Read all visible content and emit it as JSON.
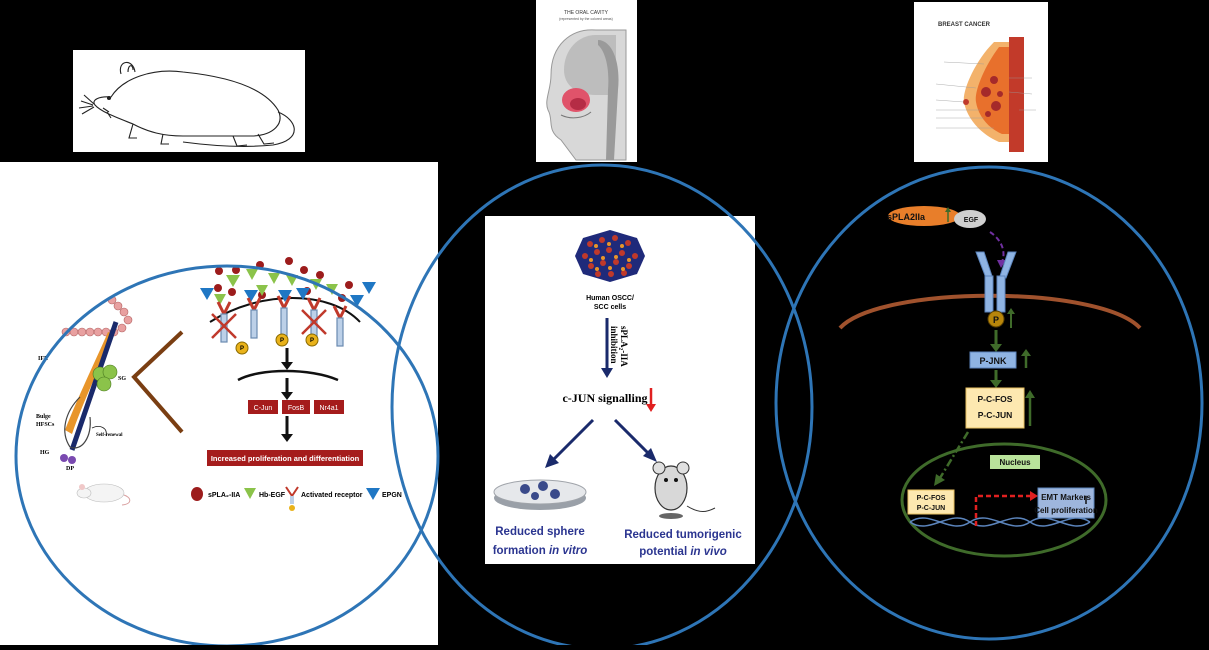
{
  "top_images": {
    "oral_title": "THE ORAL CAVITY",
    "oral_subtitle": "(represented by the colored areas)",
    "breast_title": "BREAST CANCER"
  },
  "left_panel": {
    "hair_labels": {
      "ife": "IFE",
      "sg": "SG",
      "bulge": "Bulge",
      "hfscs": "HFSCs",
      "self_renewal": "Self-renewal",
      "hg": "HG",
      "dp": "DP"
    },
    "p_label": "P",
    "genes": [
      "C-Jun",
      "FosB",
      "Nr4a1"
    ],
    "outcome": "Increased proliferation and differentiation",
    "legend": [
      {
        "icon": "red-circle",
        "label": "sPLA₂-IIA"
      },
      {
        "icon": "green-triangle",
        "label": "Hb-EGF"
      },
      {
        "icon": "activated-receptor",
        "label": "Activated receptor"
      },
      {
        "icon": "blue-triangle",
        "label": "EPGN"
      }
    ]
  },
  "middle_panel": {
    "cells_label_1": "Human OSCC/",
    "cells_label_2": "SCC cells",
    "inhibition_1": "sPLA₂-IIA",
    "inhibition_2": "inhibition",
    "signalling": "c-JUN signalling",
    "outcome_left_1": "Reduced sphere",
    "outcome_left_2": "formation",
    "outcome_left_3": "in vitro",
    "outcome_right_1": "Reduced tumorigenic",
    "outcome_right_2": "potential",
    "outcome_right_3": "in vivo"
  },
  "right_panel": {
    "spla2": "sPLA2IIa",
    "egf": "EGF",
    "p_label": "P",
    "pjnk": "P-JNK",
    "pcfos": "P-C-FOS",
    "pcjun": "P-C-JUN",
    "nucleus": "Nucleus",
    "dna_pcfos": "P-C-FOS",
    "dna_pcjun": "P-C-JUN",
    "emt": "EMT Markers",
    "prolif": "Cell proliferation"
  },
  "colors": {
    "circle_blue": "#2e75b6",
    "membrane_brown": "#a0522d",
    "arrow_green": "#3f6b2a",
    "dark_red": "#9c1c1c"
  }
}
